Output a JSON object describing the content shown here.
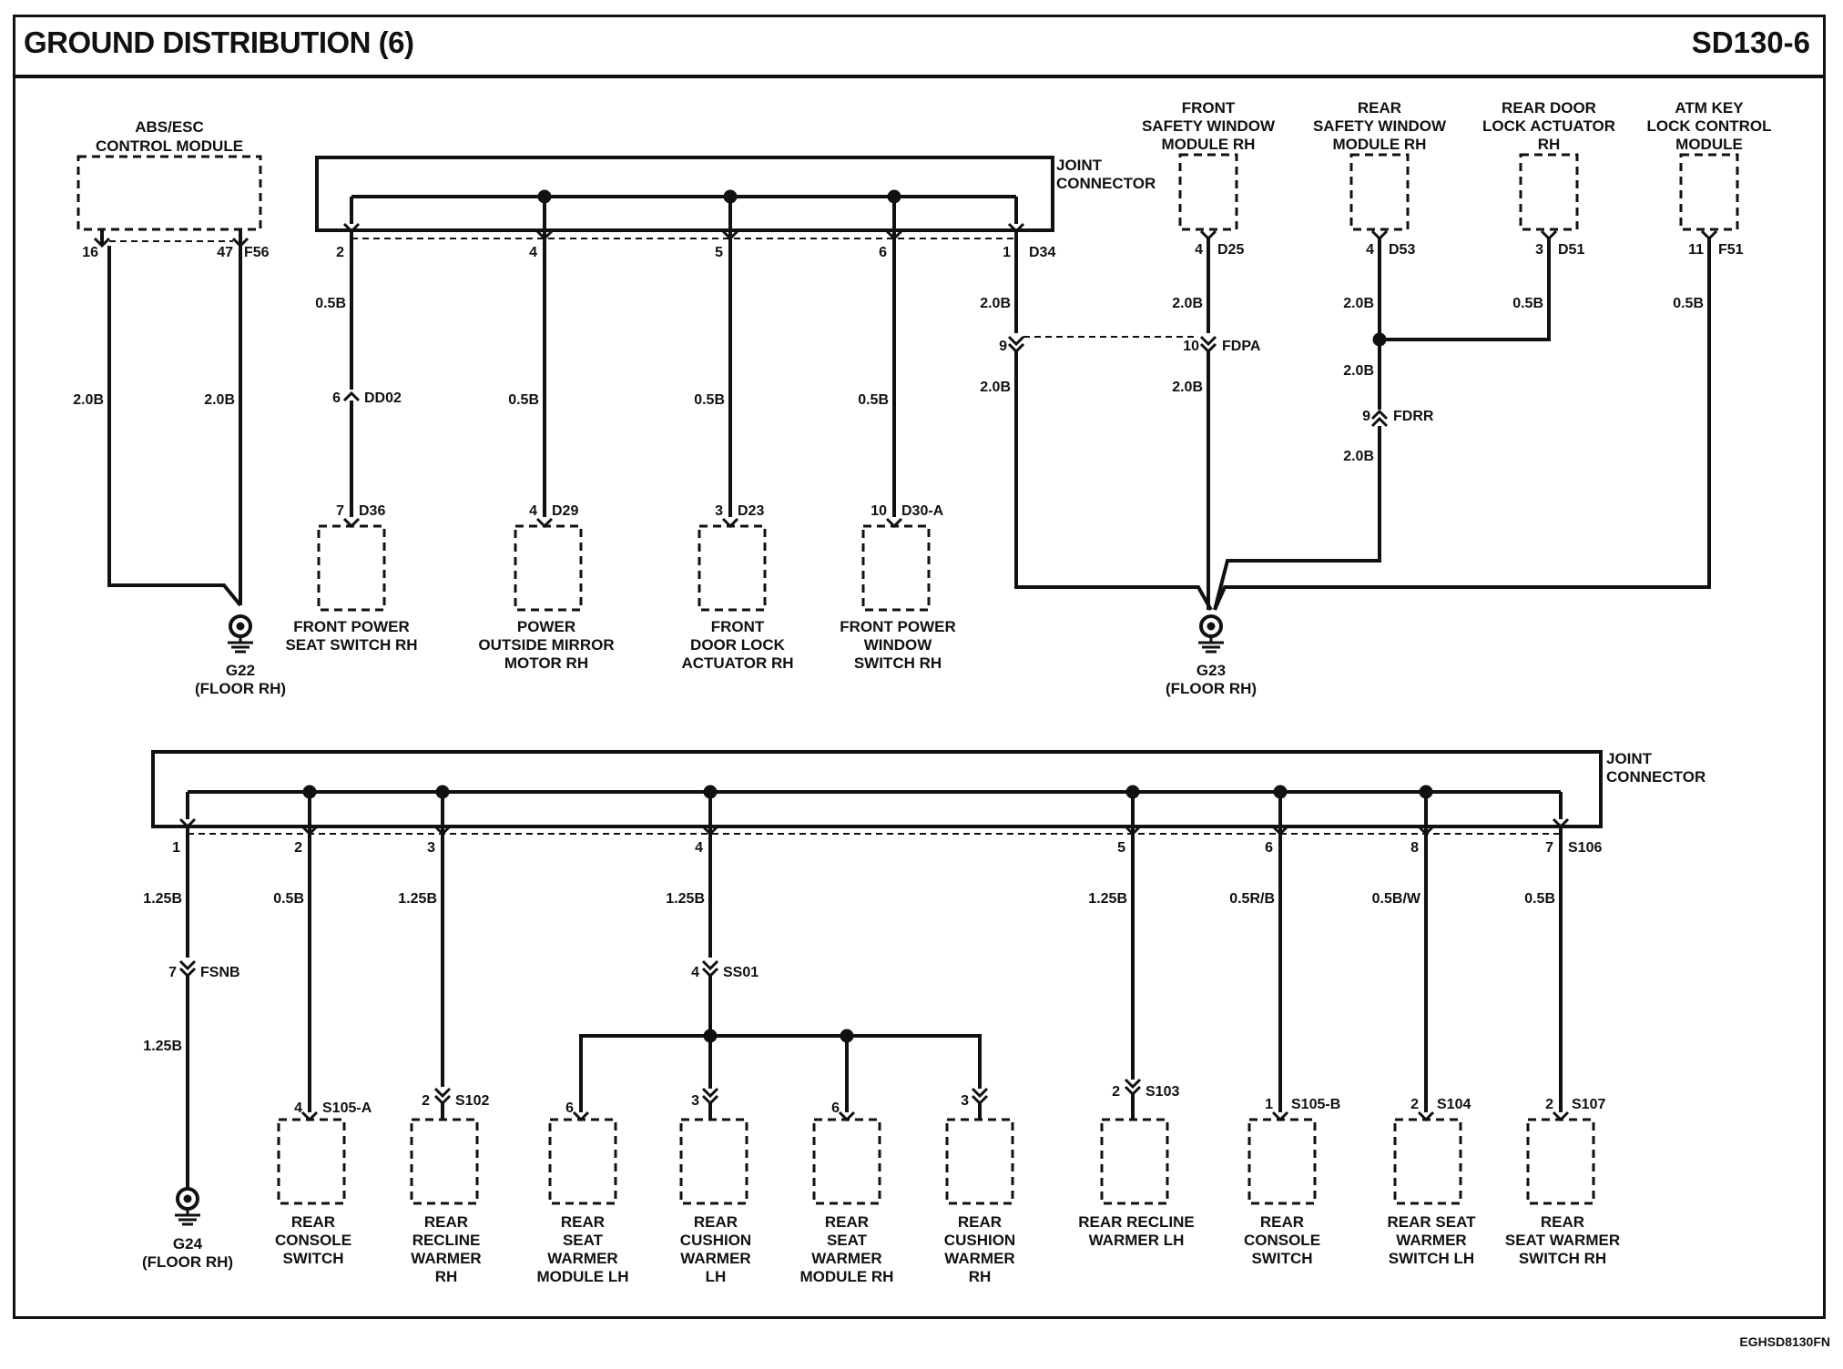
{
  "header": {
    "title": "GROUND DISTRIBUTION (6)",
    "code": "SD130-6"
  },
  "footer": {
    "code": "EGHSD8130FN"
  },
  "joint_connector_label": [
    "JOINT",
    "CONNECTOR"
  ],
  "top_left": {
    "abs_module": {
      "name": [
        "ABS/ESC",
        "CONTROL MODULE"
      ],
      "pins": [
        "16",
        "47"
      ],
      "connector": "F56",
      "wires": [
        "2.0B",
        "2.0B"
      ]
    },
    "ground": {
      "name": "G22",
      "location": "(FLOOR RH)"
    }
  },
  "top_joint": {
    "connector": "D34",
    "branches": [
      {
        "pin": "2",
        "wire": "0.5B",
        "inline_pin": "6",
        "inline_conn": "DD02",
        "comp_pin": "7",
        "comp_conn": "D36",
        "name": [
          "FRONT POWER",
          "SEAT SWITCH RH"
        ]
      },
      {
        "pin": "4",
        "wire": "0.5B",
        "comp_pin": "4",
        "comp_conn": "D29",
        "name": [
          "POWER",
          "OUTSIDE MIRROR",
          "MOTOR RH"
        ]
      },
      {
        "pin": "5",
        "wire": "0.5B",
        "comp_pin": "3",
        "comp_conn": "D23",
        "name": [
          "FRONT",
          "DOOR LOCK",
          "ACTUATOR RH"
        ]
      },
      {
        "pin": "6",
        "wire": "0.5B",
        "comp_pin": "10",
        "comp_conn": "D30-A",
        "name": [
          "FRONT POWER",
          "WINDOW",
          "SWITCH RH"
        ]
      }
    ],
    "out_pin": "1",
    "out_wire": "2.0B"
  },
  "top_right": {
    "modules": [
      {
        "name": [
          "FRONT",
          "SAFETY WINDOW",
          "MODULE RH"
        ],
        "pin": "4",
        "connector": "D25",
        "wire": "2.0B"
      },
      {
        "name": [
          "REAR",
          "SAFETY WINDOW",
          "MODULE RH"
        ],
        "pin": "4",
        "connector": "D53",
        "wire": "2.0B"
      },
      {
        "name": [
          "REAR DOOR",
          "LOCK ACTUATOR",
          "RH"
        ],
        "pin": "3",
        "connector": "D51",
        "wire": "0.5B"
      },
      {
        "name": [
          "ATM KEY",
          "LOCK CONTROL",
          "MODULE"
        ],
        "pin": "11",
        "connector": "F51",
        "wire": "0.5B"
      }
    ],
    "fdpa": {
      "pin_a": "9",
      "pin_b": "10",
      "connector": "FDPA",
      "wire_a": "2.0B",
      "wire_b": "2.0B"
    },
    "fdrr": {
      "pin": "9",
      "connector": "FDRR",
      "wire_in": "2.0B",
      "wire_out": "2.0B"
    },
    "ground": {
      "name": "G23",
      "location": "(FLOOR RH)"
    }
  },
  "bottom_joint": {
    "connector": "S106",
    "branches": [
      {
        "pin": "1",
        "wire": "1.25B",
        "inline_pin": "7",
        "inline_conn": "FSNB",
        "wire2": "1.25B"
      },
      {
        "pin": "2",
        "wire": "0.5B",
        "comp_pin": "4",
        "comp_conn": "S105-A",
        "name": [
          "REAR",
          "CONSOLE",
          "SWITCH"
        ]
      },
      {
        "pin": "3",
        "wire": "1.25B",
        "comp_pin": "2",
        "comp_conn": "S102",
        "name": [
          "REAR",
          "RECLINE",
          "WARMER",
          "RH"
        ]
      },
      {
        "pin": "4",
        "wire": "1.25B",
        "inline_pin": "4",
        "inline_conn": "SS01"
      },
      {
        "pin": "5",
        "wire": "1.25B",
        "comp_pin": "2",
        "comp_conn": "S103",
        "name": [
          "REAR RECLINE",
          "WARMER LH"
        ]
      },
      {
        "pin": "6",
        "wire": "0.5R/B",
        "comp_pin": "1",
        "comp_conn": "S105-B",
        "name": [
          "REAR",
          "CONSOLE",
          "SWITCH"
        ]
      },
      {
        "pin": "8",
        "wire": "0.5B/W",
        "comp_pin": "2",
        "comp_conn": "S104",
        "name": [
          "REAR SEAT",
          "WARMER",
          "SWITCH LH"
        ]
      },
      {
        "pin": "7",
        "wire": "0.5B",
        "comp_pin": "2",
        "comp_conn": "S107",
        "name": [
          "REAR",
          "SEAT WARMER",
          "SWITCH RH"
        ]
      }
    ],
    "ss01_children": [
      {
        "pin": "6",
        "name": [
          "REAR",
          "SEAT",
          "WARMER",
          "MODULE LH"
        ]
      },
      {
        "pin": "3",
        "name": [
          "REAR",
          "CUSHION",
          "WARMER",
          "LH"
        ]
      },
      {
        "pin": "6",
        "name": [
          "REAR",
          "SEAT",
          "WARMER",
          "MODULE RH"
        ]
      },
      {
        "pin": "3",
        "name": [
          "REAR",
          "CUSHION",
          "WARMER",
          "RH"
        ]
      }
    ],
    "ground": {
      "name": "G24",
      "location": "(FLOOR RH)"
    }
  },
  "colors": {
    "line": "#111111",
    "background": "#ffffff"
  },
  "icons": [
    "ground-symbol-icon",
    "splice-dot-icon",
    "connector-chevron-icon"
  ]
}
